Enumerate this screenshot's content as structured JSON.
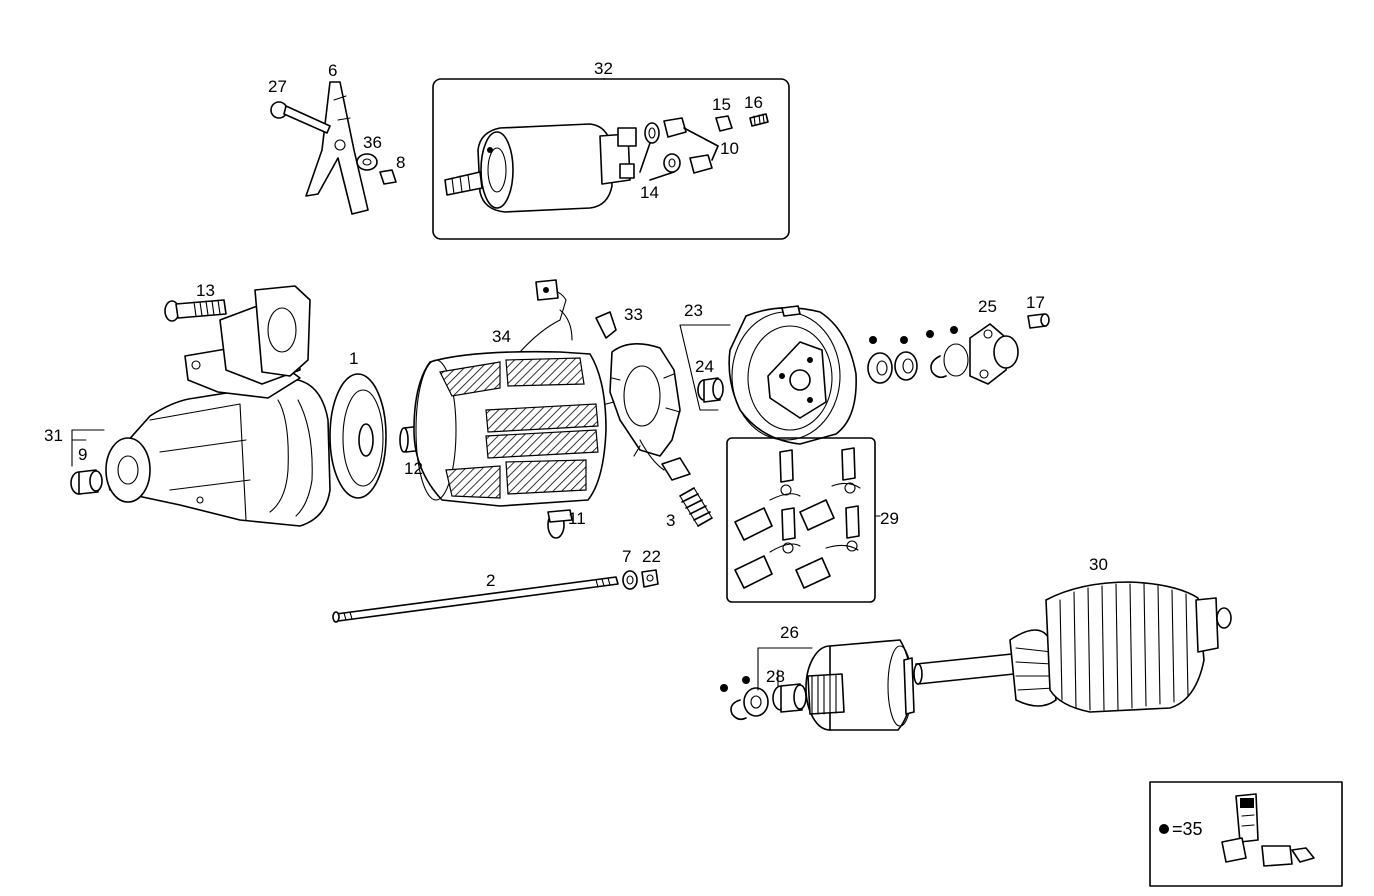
{
  "labels": {
    "p1": "1",
    "p2": "2",
    "p3": "3",
    "p6": "6",
    "p7": "7",
    "p8": "8",
    "p9": "9",
    "p10": "10",
    "p11": "11",
    "p12": "12",
    "p13": "13",
    "p14": "14",
    "p15": "15",
    "p16": "16",
    "p17": "17",
    "p22": "22",
    "p23": "23",
    "p24": "24",
    "p25": "25",
    "p26": "26",
    "p27": "27",
    "p28": "28",
    "p29": "29",
    "p30": "30",
    "p31": "31",
    "p32": "32",
    "p33": "33",
    "p34": "34",
    "p36": "36"
  },
  "legend": {
    "text": "=35"
  }
}
